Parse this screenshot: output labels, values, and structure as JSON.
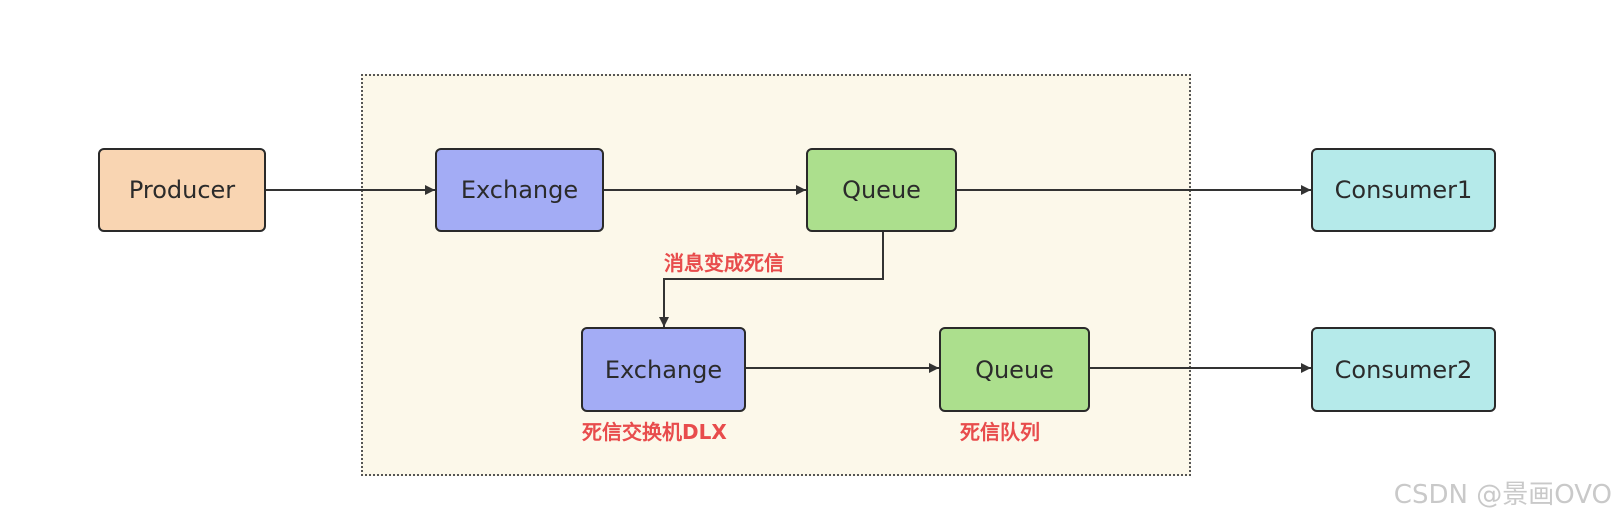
{
  "diagram": {
    "nodes": {
      "producer": "Producer",
      "exchange": "Exchange",
      "queue": "Queue",
      "consumer1": "Consumer1",
      "dlx_exchange": "Exchange",
      "dlx_queue": "Queue",
      "consumer2": "Consumer2"
    },
    "labels": {
      "dead_message": "消息变成死信",
      "dlx": "死信交换机DLX",
      "dlq": "死信队列"
    },
    "colors": {
      "producer": "#f9d5b2",
      "exchange": "#a3acf5",
      "queue": "#acdf8d",
      "consumer": "#b5eaea",
      "region": "#fcf8ea",
      "label_red": "#e84c4c"
    },
    "watermark": "CSDN @景画OVO"
  }
}
